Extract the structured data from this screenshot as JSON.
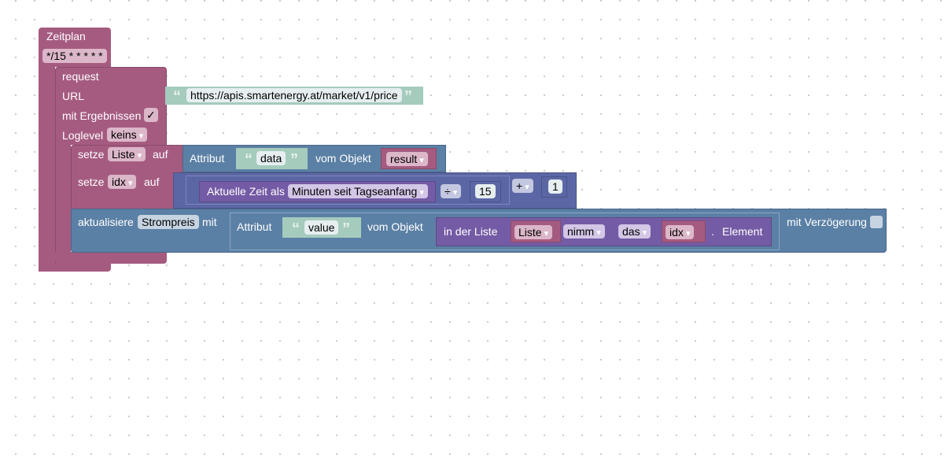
{
  "schedule": {
    "title": "Zeitplan",
    "cron": "*/15 * * * * *"
  },
  "request": {
    "title": "request",
    "url_label": "URL",
    "url": "https://apis.smartenergy.at/market/v1/price",
    "results_label": "mit Ergebnissen",
    "results_checked": "✓",
    "loglevel_label": "Loglevel",
    "loglevel": "keins"
  },
  "set_list": {
    "setze": "setze",
    "var": "Liste",
    "auf": "auf",
    "attribut": "Attribut",
    "key": "data",
    "vom_objekt": "vom Objekt",
    "object": "result"
  },
  "set_idx": {
    "setze": "setze",
    "var": "idx",
    "auf": "auf",
    "time_label": "Aktuelle Zeit als",
    "time_format": "Minuten seit Tagseanfang",
    "div_op": "÷",
    "divisor": "15",
    "plus_op": "+",
    "addend": "1"
  },
  "update": {
    "label": "aktualisiere",
    "state": "Strompreis",
    "mit": "mit",
    "attribut": "Attribut",
    "key": "value",
    "vom_objekt": "vom Objekt",
    "in_list": "in der Liste",
    "list_var": "Liste",
    "mode": "nimm",
    "where": "das",
    "index_var": "idx",
    "dot": ".",
    "element": "Element",
    "delay_label": "mit Verzögerung"
  },
  "colors": {
    "procedure": "#a55b80",
    "object": "#5b80a5",
    "math": "#5b67a5",
    "list": "#745ba5",
    "text": "#a5cbbd"
  }
}
